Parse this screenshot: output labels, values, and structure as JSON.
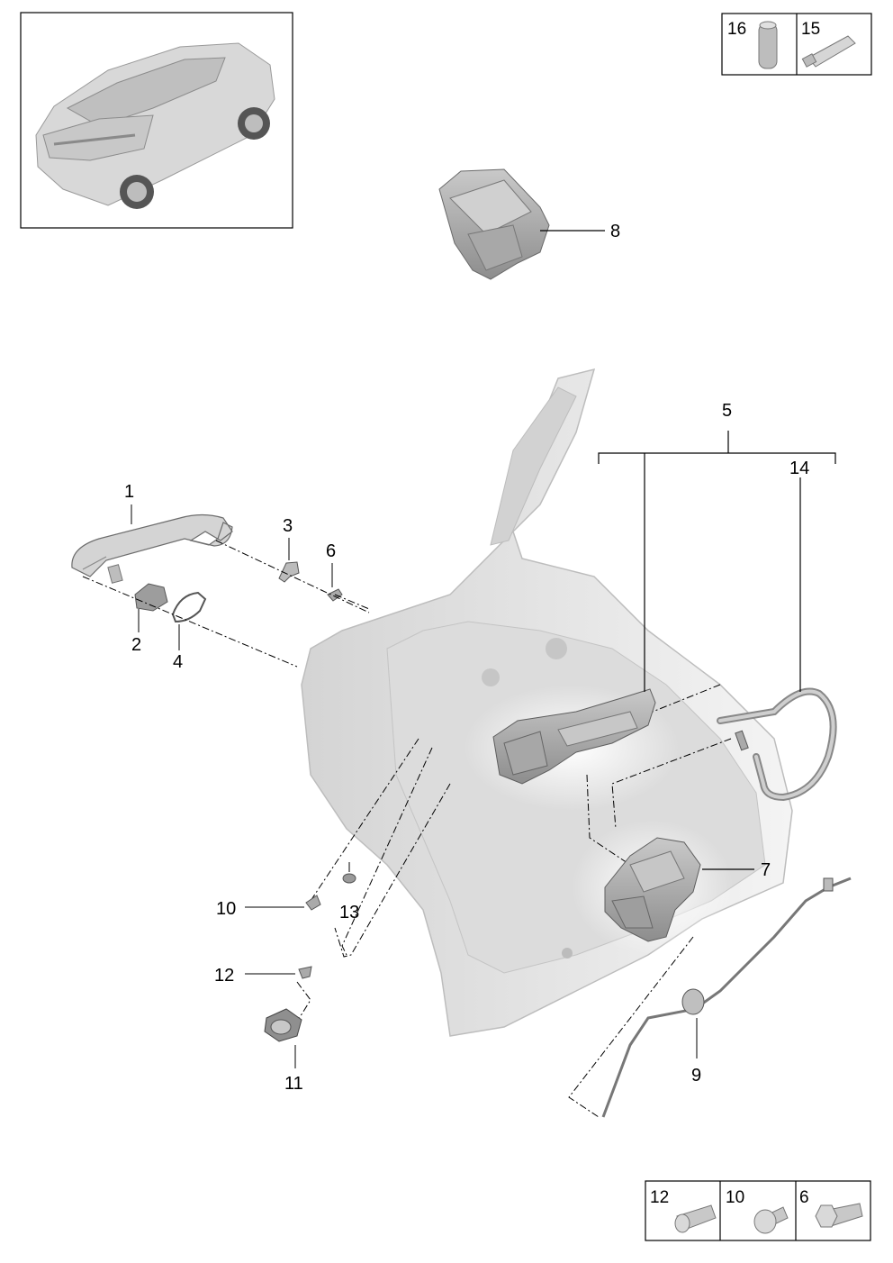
{
  "callouts": {
    "c1": "1",
    "c2": "2",
    "c3": "3",
    "c4": "4",
    "c5": "5",
    "c6": "6",
    "c7": "7",
    "c8": "8",
    "c9": "9",
    "c10": "10",
    "c11": "11",
    "c12": "12",
    "c13": "13",
    "c14": "14"
  },
  "legend_top": [
    "16",
    "15"
  ],
  "legend_bottom": [
    "12",
    "10",
    "6"
  ]
}
